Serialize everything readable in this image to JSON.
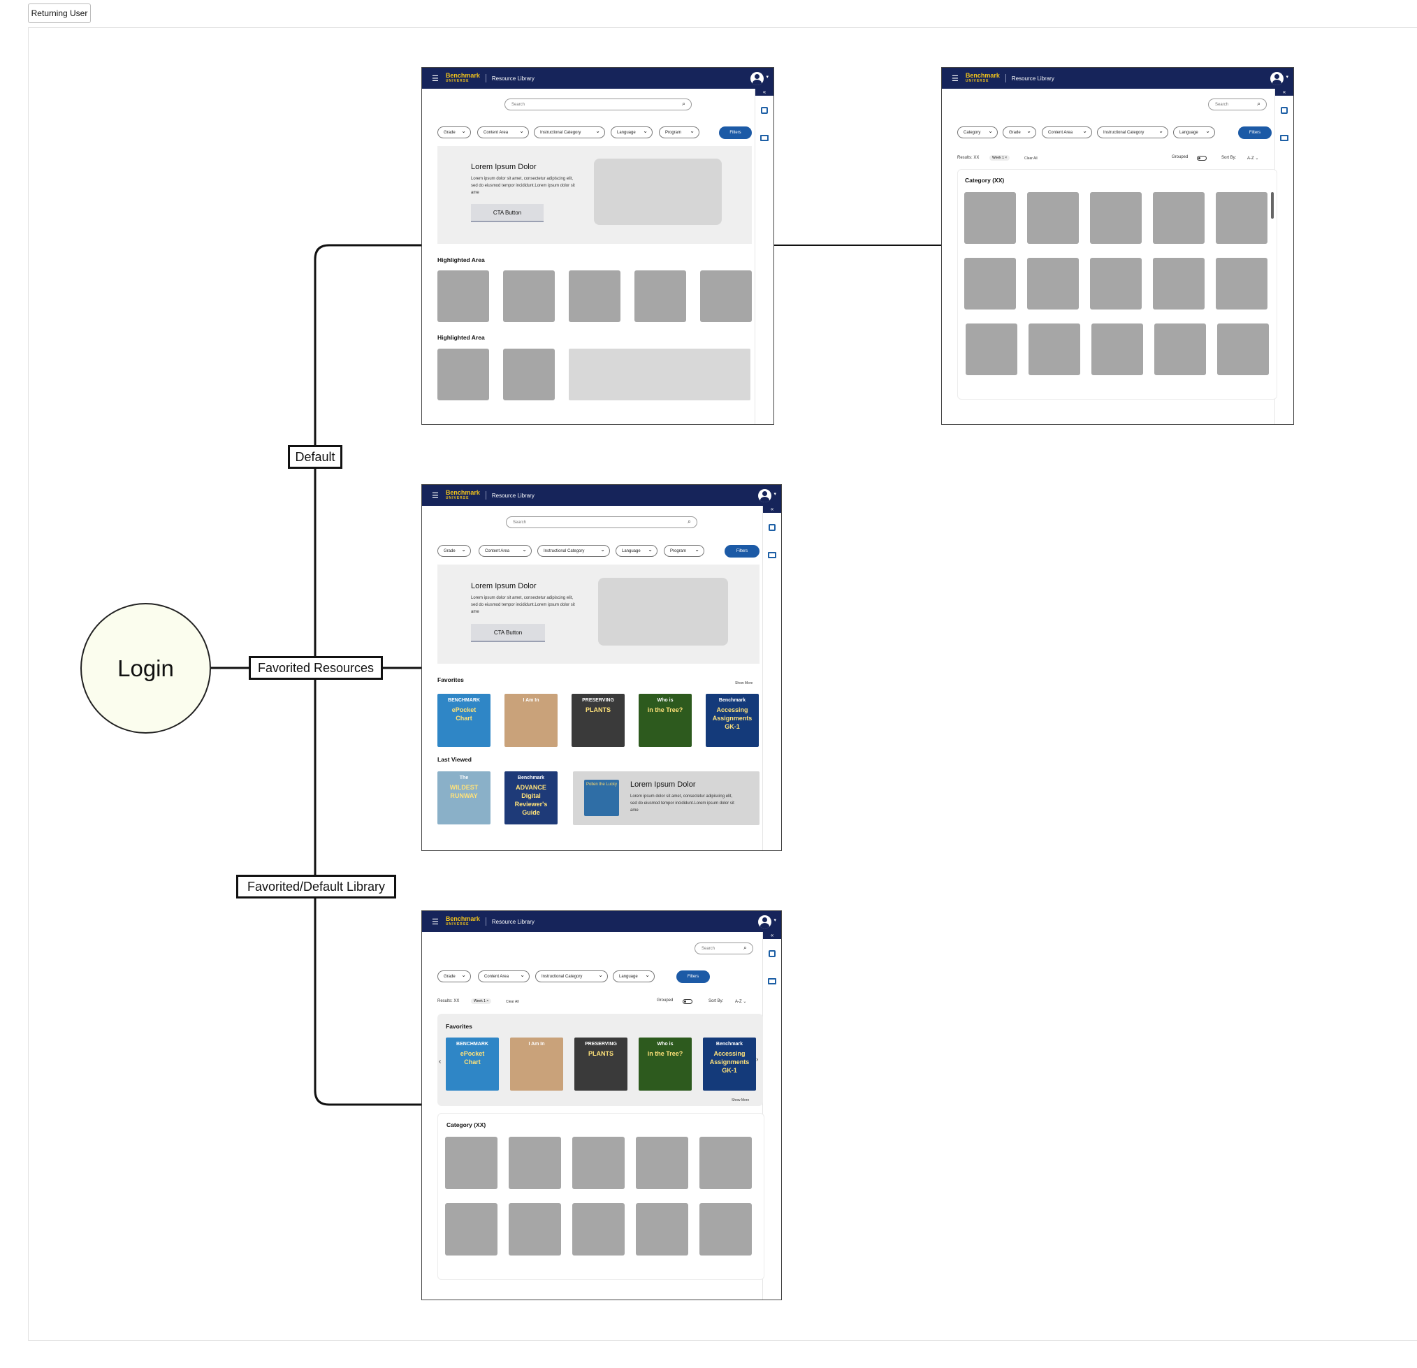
{
  "tab": {
    "label": "Returning User"
  },
  "start_node": {
    "label": "Login"
  },
  "branches": {
    "default": "Default",
    "favorited": "Favorited Resources",
    "favorited_default": "Favorited/Default Library"
  },
  "app": {
    "brand": "Benchmark",
    "brand_sub": "UNIVERSE",
    "title": "Resource Library",
    "search_placeholder": "Search",
    "filters_label": "Filters",
    "collapse": "«"
  },
  "filters": {
    "grade": "Grade",
    "content_area": "Content Area",
    "instructional_category": "Instructional Category",
    "language": "Language",
    "program": "Program",
    "category": "Category"
  },
  "hero": {
    "title": "Lorem Ipsum Dolor",
    "body": "Lorem ipsum dolor sit amet, consectetur adipiscing elit, sed do eiusmod tempor incididunt.Lorem ipsum dolor sit ame",
    "cta": "CTA Button"
  },
  "sections": {
    "highlighted": "Highlighted Area",
    "favorites": "Favorites",
    "last_viewed": "Last Viewed",
    "show_more": "Show More",
    "category": "Category (XX)"
  },
  "results": {
    "count": "Results: XX",
    "chip": "Week 1",
    "chip_close": "×",
    "clear": "Clear All",
    "grouped": "Grouped",
    "sort_label": "Sort By:",
    "sort_value": "A-Z"
  },
  "covers": [
    {
      "lines": [
        "BENCHMARK",
        "ePocket",
        "Chart"
      ],
      "bg": "#2f86c6"
    },
    {
      "lines": [
        "I Am In"
      ],
      "bg": "#c9a27a"
    },
    {
      "lines": [
        "PRESERVING",
        "PLANTS"
      ],
      "bg": "#3a3a3a"
    },
    {
      "lines": [
        "Who is",
        "in the Tree?"
      ],
      "bg": "#2d5a1e"
    },
    {
      "lines": [
        "Benchmark",
        "Accessing",
        "Assignments",
        "GK-1"
      ],
      "bg": "#143a7a"
    }
  ],
  "last_viewed": [
    {
      "lines": [
        "The",
        "WILDEST",
        "RUNWAY"
      ],
      "bg": "#8ab0c8"
    },
    {
      "lines": [
        "Benchmark",
        "ADVANCE",
        "Digital",
        "Reviewer's",
        "Guide"
      ],
      "bg": "#1e3a78"
    }
  ],
  "last_viewed_item": {
    "title": "Lorem Ipsum Dolor",
    "body": "Lorem ipsum dolor sit amet, consectetur adipiscing elit, sed do eiusmod tempor incididunt.Lorem ipsum dolor sit ame",
    "thumb_label": "Pollen the Lucky"
  },
  "colors": {
    "header": "#16245a",
    "accent": "#1c5aa6",
    "brand": "#f0c21b",
    "login_fill": "#fbfdee"
  }
}
